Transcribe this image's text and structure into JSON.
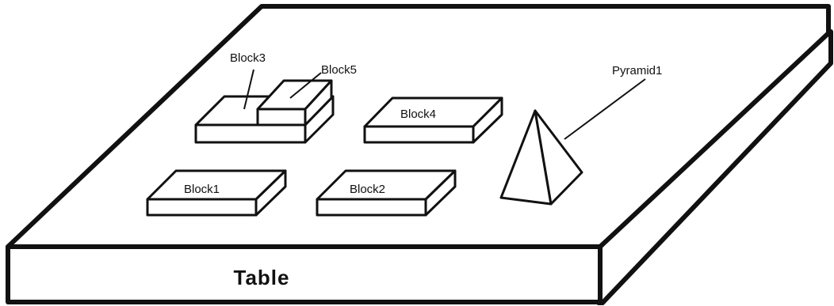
{
  "diagram": {
    "labels": {
      "table": "Table",
      "block1": "Block1",
      "block2": "Block2",
      "block3": "Block3",
      "block4": "Block4",
      "block5": "Block5",
      "pyramid1": "Pyramid1"
    },
    "colors": {
      "stroke": "#111111",
      "fill": "#ffffff"
    }
  }
}
